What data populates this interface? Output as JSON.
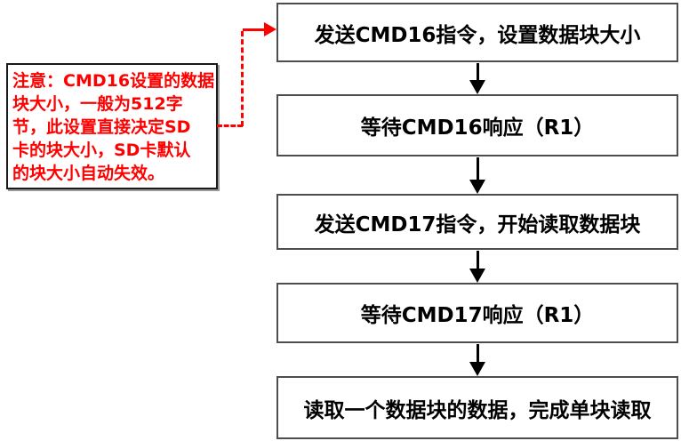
{
  "diagram": {
    "title_semantic": "SD card single block read flow (CMD16 / CMD17)",
    "steps": [
      "发送CMD16指令，设置数据块大小",
      "等待CMD16响应（R1）",
      "发送CMD17指令，开始读取数据块",
      "等待CMD17响应（R1）",
      "读取一个数据块的数据，完成单块读取"
    ],
    "note": {
      "lines": [
        "注意：CMD16设置的数据",
        "块大小，一般为512字",
        "节，此设置直接决定SD",
        "卡的块大小，SD卡默认",
        "的块大小自动失效。"
      ]
    },
    "colors": {
      "note_text": "#ff0000",
      "note_connector": "#ff0000",
      "step_border": "#4d4d4d",
      "flow_arrow": "#000000",
      "background": "#ffffff"
    }
  }
}
